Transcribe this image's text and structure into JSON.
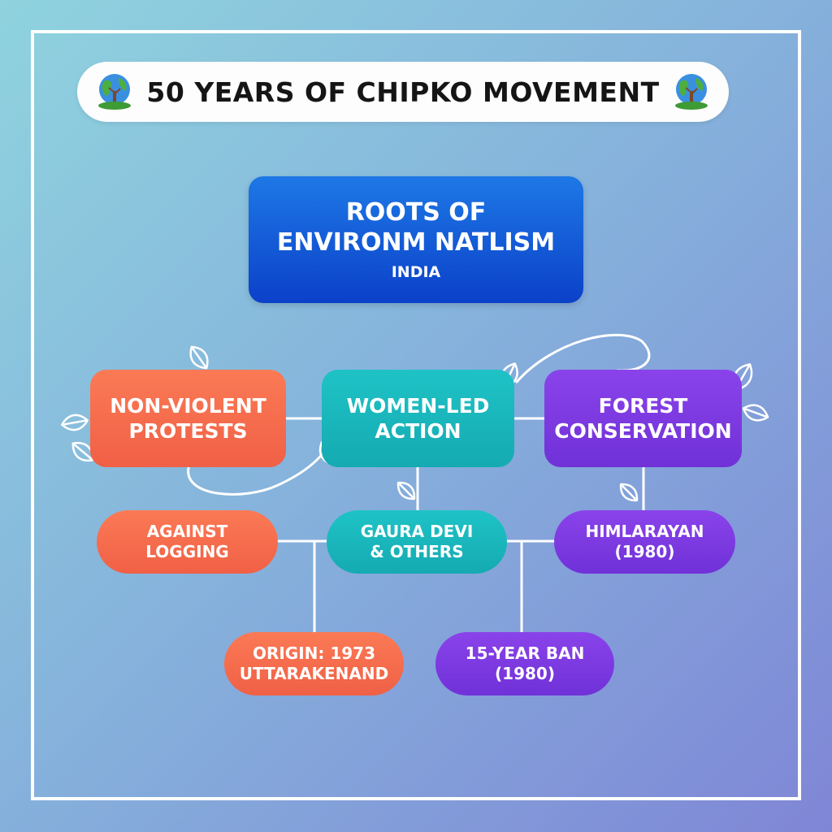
{
  "title": "50 YEARS OF CHIPKO MOVEMENT",
  "root": {
    "line1": "ROOTS OF",
    "line2": "ENVIRONM NATLISM",
    "line3": "INDIA"
  },
  "branches": {
    "nonviolent": {
      "line1": "NON-VIOLENT",
      "line2": "PROTESTS"
    },
    "women": {
      "line1": "WOMEN-LED",
      "line2": "ACTION"
    },
    "forest": {
      "line1": "FOREST",
      "line2": "CONSERVATION"
    }
  },
  "leaves": {
    "logging": {
      "line1": "AGAINST",
      "line2": "LOGGING"
    },
    "gaura": {
      "line1": "GAURA DEVI",
      "line2": "& OTHERS"
    },
    "himalaya": {
      "line1": "HIMLARAYAN",
      "line2": "(1980)"
    },
    "origin": {
      "line1": "ORIGIN: 1973",
      "line2": "UTTARAKENAND"
    },
    "ban": {
      "line1": "15-YEAR  BAN",
      "line2": "(1980)"
    }
  },
  "colors": {
    "root": "#1558d6",
    "orange": "#f36a4b",
    "teal": "#19b6bb",
    "purple": "#7d3be0",
    "title_pill": "#fdfdfd"
  },
  "icons": [
    "globe-tree-icon",
    "leaf-icon"
  ]
}
